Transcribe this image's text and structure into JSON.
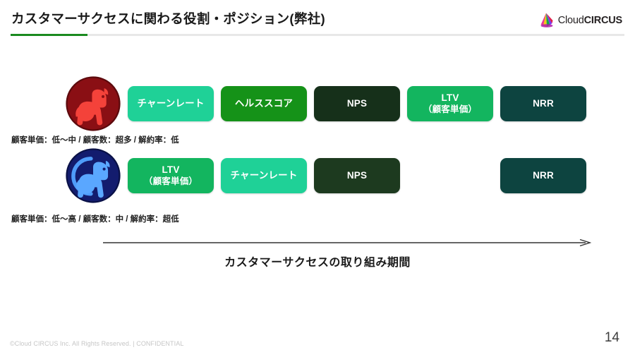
{
  "header": {
    "title": "カスタマーサクセスに関わる役割・ポジション(弊社)",
    "accent_color": "#1a8a1f",
    "rule_color": "#e8e8e8"
  },
  "logo": {
    "name": "cloudcircus-logo",
    "text_light": "Cloud",
    "text_bold": "CIRCUS",
    "mark_colors": [
      "#e8379b",
      "#f5c518",
      "#16a34a",
      "#7c3aed",
      "#e11d48"
    ]
  },
  "rows": [
    {
      "id": "row-enterprise-low",
      "icon": {
        "name": "red-dog-icon",
        "circle_color": "#8a0f14",
        "figure_color": "#f4423a"
      },
      "badges": [
        {
          "label": "チャーンレート",
          "label2": "",
          "color": "#1fd197",
          "name": "badge-churn-rate"
        },
        {
          "label": "ヘルススコア",
          "label2": "",
          "color": "#159218",
          "name": "badge-health-score"
        },
        {
          "label": "NPS",
          "label2": "",
          "color": "#16301a",
          "name": "badge-nps"
        },
        {
          "label": "LTV",
          "label2": "（顧客単価）",
          "color": "#13b55f",
          "name": "badge-ltv"
        },
        {
          "label": "NRR",
          "label2": "",
          "color": "#0d4440",
          "name": "badge-nrr"
        }
      ],
      "caption": "顧客単価：低〜中 / 顧客数：超多 / 解約率：低"
    },
    {
      "id": "row-enterprise-high",
      "icon": {
        "name": "blue-dog-icon",
        "circle_color": "#131c6e",
        "figure_color": "#4f9cf9"
      },
      "badges": [
        {
          "label": "LTV",
          "label2": "（顧客単価）",
          "color": "#13b55f",
          "name": "badge-ltv"
        },
        {
          "label": "チャーンレート",
          "label2": "",
          "color": "#1fd197",
          "name": "badge-churn-rate"
        },
        {
          "label": "NPS",
          "label2": "",
          "color": "#1d3a1f",
          "name": "badge-nps"
        },
        {
          "label": "",
          "label2": "",
          "color": "transparent",
          "name": "badge-empty-slot"
        },
        {
          "label": "NRR",
          "label2": "",
          "color": "#0d4440",
          "name": "badge-nrr"
        }
      ],
      "caption": "顧客単価：低〜高 / 顧客数：中 / 解約率：超低"
    }
  ],
  "timeline": {
    "label": "カスタマーサクセスの取り組み期間",
    "direction": "left-to-right",
    "line_color": "#333333"
  },
  "footer": {
    "copyright": "©Cloud CIRCUS Inc. All Rights Reserved. | CONFIDENTIAL",
    "page_number": "14"
  }
}
